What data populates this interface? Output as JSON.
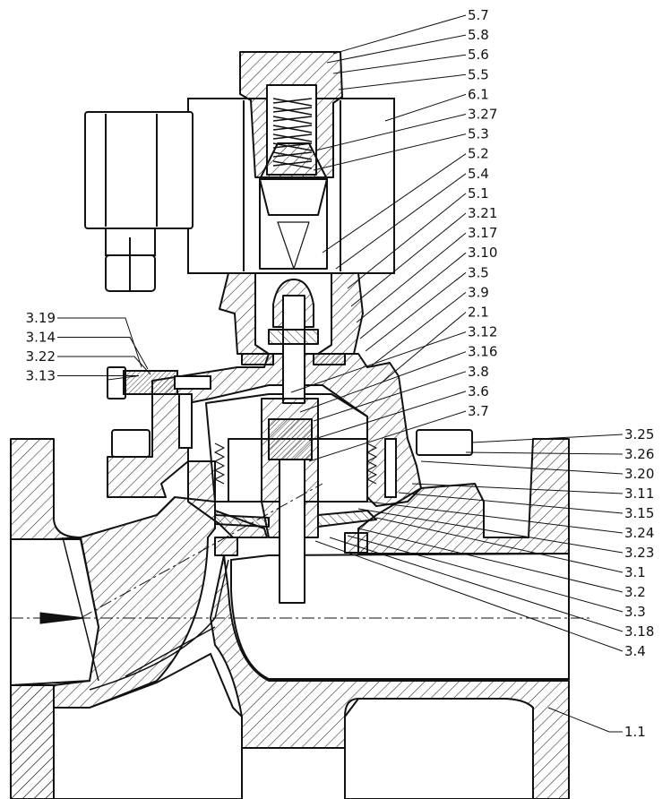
{
  "diagram": {
    "line_color": "#111111",
    "hatch_color": "#222222",
    "labels_right": [
      {
        "id": "5-7",
        "text": "5.7"
      },
      {
        "id": "5-8",
        "text": "5.8"
      },
      {
        "id": "5-6",
        "text": "5.6"
      },
      {
        "id": "5-5",
        "text": "5.5"
      },
      {
        "id": "6-1",
        "text": "6.1"
      },
      {
        "id": "3-27",
        "text": "3.27"
      },
      {
        "id": "5-3",
        "text": "5.3"
      },
      {
        "id": "5-2",
        "text": "5.2"
      },
      {
        "id": "5-4",
        "text": "5.4"
      },
      {
        "id": "5-1",
        "text": "5.1"
      },
      {
        "id": "3-21",
        "text": "3.21"
      },
      {
        "id": "3-17",
        "text": "3.17"
      },
      {
        "id": "3-10",
        "text": "3.10"
      },
      {
        "id": "3-5",
        "text": "3.5"
      },
      {
        "id": "3-9",
        "text": "3.9"
      },
      {
        "id": "2-1",
        "text": "2.1"
      },
      {
        "id": "3-12",
        "text": "3.12"
      },
      {
        "id": "3-16",
        "text": "3.16"
      },
      {
        "id": "3-8",
        "text": "3.8"
      },
      {
        "id": "3-6",
        "text": "3.6"
      },
      {
        "id": "3-7",
        "text": "3.7"
      }
    ],
    "labels_right_lower": [
      {
        "id": "3-25",
        "text": "3.25"
      },
      {
        "id": "3-26",
        "text": "3.26"
      },
      {
        "id": "3-20",
        "text": "3.20"
      },
      {
        "id": "3-11",
        "text": "3.11"
      },
      {
        "id": "3-15",
        "text": "3.15"
      },
      {
        "id": "3-24",
        "text": "3.24"
      },
      {
        "id": "3-23",
        "text": "3.23"
      },
      {
        "id": "3-1",
        "text": "3.1"
      },
      {
        "id": "3-2",
        "text": "3.2"
      },
      {
        "id": "3-3",
        "text": "3.3"
      },
      {
        "id": "3-18",
        "text": "3.18"
      },
      {
        "id": "3-4",
        "text": "3.4"
      }
    ],
    "labels_left": [
      {
        "id": "3-19",
        "text": "3.19"
      },
      {
        "id": "3-14",
        "text": "3.14"
      },
      {
        "id": "3-22",
        "text": "3.22"
      },
      {
        "id": "3-13",
        "text": "3.13"
      }
    ],
    "label_body": {
      "id": "1-1",
      "text": "1.1"
    }
  }
}
